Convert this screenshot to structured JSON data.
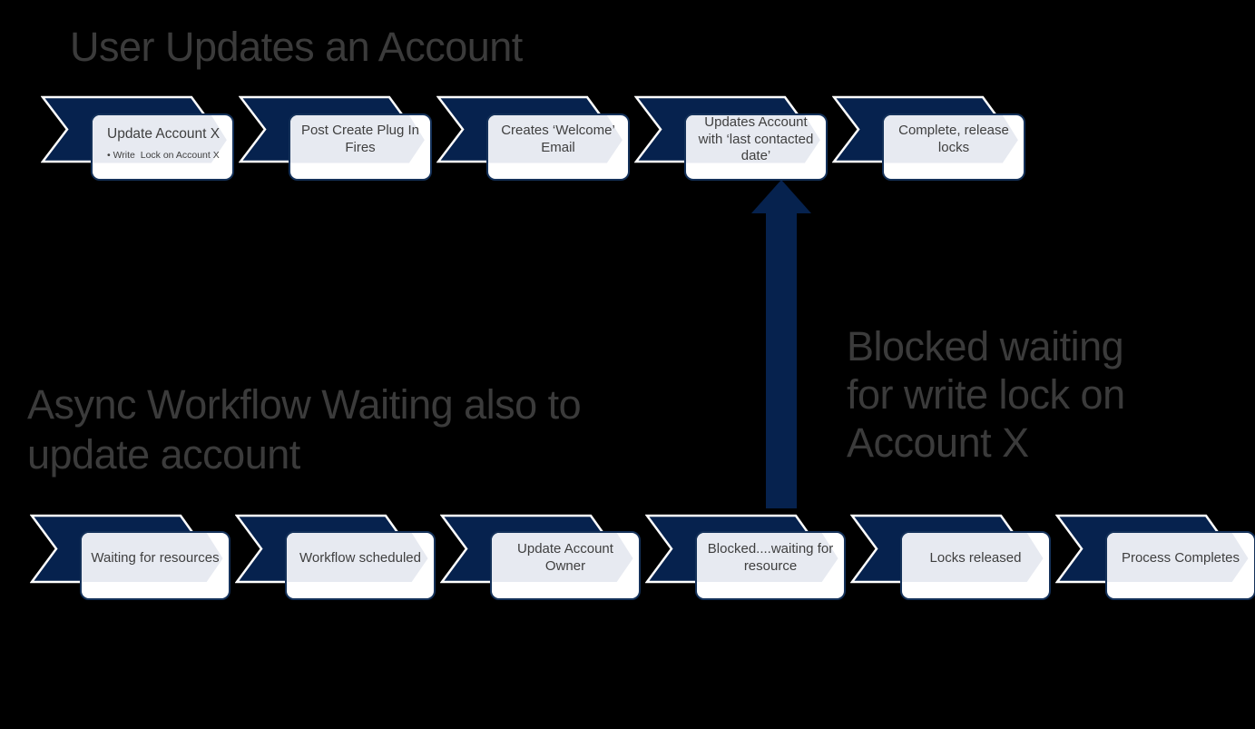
{
  "colors": {
    "navy": "#06224e",
    "box_bg": "#ffffff",
    "box_inner": "#e7eaf1",
    "box_border": "#143159",
    "box_text": "#3f3f3f",
    "text_dark": "#3b3b3b"
  },
  "top_flow": {
    "title": "User Updates an Account",
    "steps": [
      {
        "label": "Update Account X",
        "bullet": "• Write  Lock on Account X"
      },
      {
        "label": "Post Create Plug In Fires"
      },
      {
        "label": "Creates ‘Welcome’ Email"
      },
      {
        "label": "Updates Account with ‘last contacted date’"
      },
      {
        "label": "Complete, release locks"
      }
    ]
  },
  "bottom_flow": {
    "title_lines": [
      "Async Workflow Waiting also to",
      "update account"
    ],
    "steps": [
      {
        "label": "Waiting for resources"
      },
      {
        "label": "Workflow scheduled"
      },
      {
        "label": "Update Account Owner"
      },
      {
        "label": "Blocked....waiting for resource"
      },
      {
        "label": "Locks released"
      },
      {
        "label": "Process Completes"
      }
    ]
  },
  "annotation": {
    "lines": [
      "Blocked waiting",
      "for write lock on",
      "Account X"
    ],
    "arrow_icon": "up-arrow"
  }
}
